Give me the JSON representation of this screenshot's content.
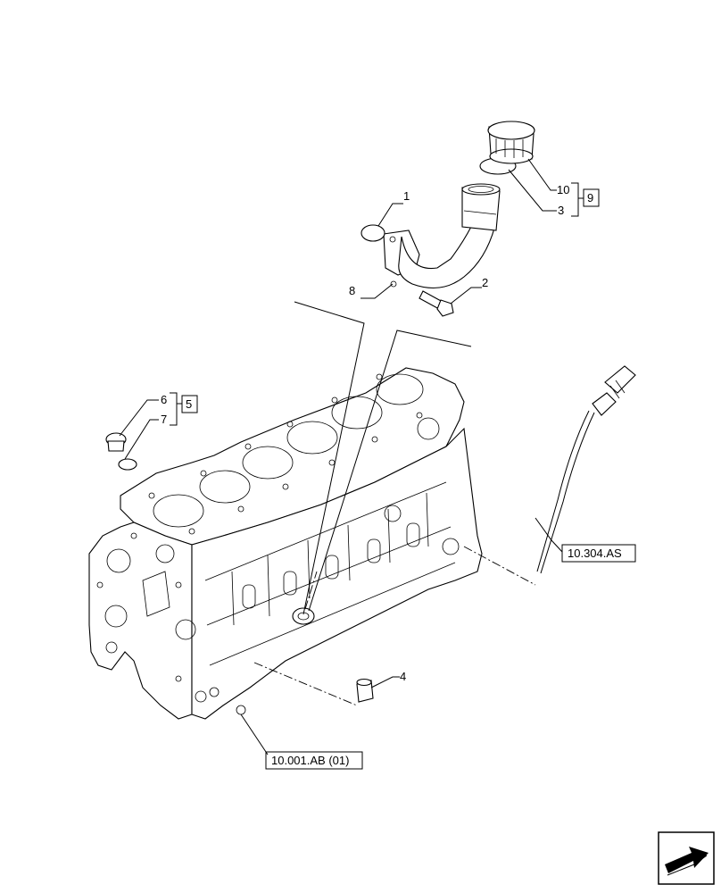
{
  "callouts": [
    {
      "id": "c1",
      "text": "1"
    },
    {
      "id": "c2",
      "text": "2"
    },
    {
      "id": "c3",
      "text": "3"
    },
    {
      "id": "c4",
      "text": "4"
    },
    {
      "id": "c5",
      "text": "5"
    },
    {
      "id": "c6",
      "text": "6"
    },
    {
      "id": "c7",
      "text": "7"
    },
    {
      "id": "c8",
      "text": "8"
    },
    {
      "id": "c9",
      "text": "9"
    },
    {
      "id": "c10",
      "text": "10"
    }
  ],
  "references": [
    {
      "id": "r1",
      "text": "10.304.AS"
    },
    {
      "id": "r2",
      "text": "10.001.AB (01)"
    }
  ],
  "icons": {
    "nav": "arrow-flat-icon"
  }
}
